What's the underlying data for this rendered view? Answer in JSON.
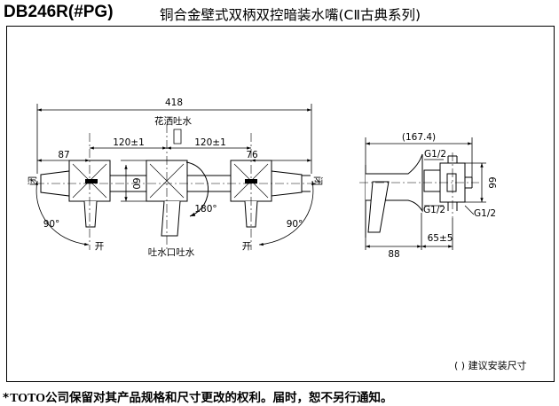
{
  "header": {
    "model": "DB246R(#PG)",
    "description": "铜合金壁式双柄双控暗装水嘴(CⅡ古典系列)"
  },
  "front_view": {
    "total_width": "418",
    "left_offset": "87",
    "spacing_left": "120±1",
    "spacing_right": "120±1",
    "right_offset": "76",
    "height": "60",
    "shower_outlet_label": "花洒吐水",
    "spout_outlet_label": "吐水口吐水",
    "rotation_center": "180°",
    "rotation_left": "90°",
    "rotation_right": "90°",
    "closed_left": "闭",
    "closed_right": "闭",
    "open_left": "开",
    "open_right": "开"
  },
  "side_view": {
    "depth": "(167.4)",
    "thread_top": "G1/2",
    "thread_mid": "G1/2",
    "thread_right": "G1/2",
    "height": "66",
    "handle_depth": "88",
    "install_depth": "65±5"
  },
  "note": "( ) 建议安装尺寸",
  "footer": {
    "star": "*",
    "brand": "TOTO",
    "text": "公司保留对其产品规格和尺寸更改的权利。届时，恕不另行通知。"
  }
}
